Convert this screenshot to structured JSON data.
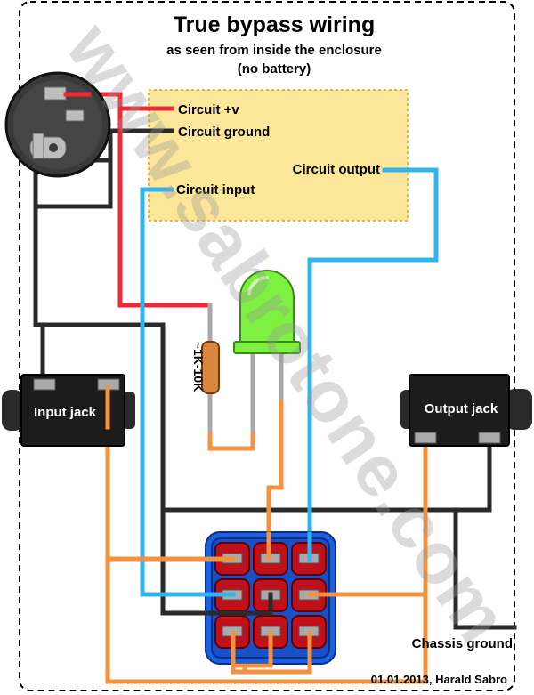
{
  "title": "True bypass wiring",
  "subtitle_line1": "as seen from inside the enclosure",
  "subtitle_line2": "(no battery)",
  "watermark": "www.sabrotone.com",
  "circuit_board": {
    "labels": {
      "plus_v": "Circuit +v",
      "ground": "Circuit ground",
      "output": "Circuit output",
      "input": "Circuit input"
    },
    "fill_color": "#fbe69a",
    "border_color": "#f5b21a"
  },
  "components": {
    "input_jack": "Input jack",
    "output_jack": "Output jack",
    "resistor": "~1K-10K",
    "chassis_ground": "Chassis ground"
  },
  "footer": "01.01.2013, Harald Sabro",
  "wire_colors": {
    "power": "#ee2a35",
    "ground": "#2a2a2a",
    "signal": "#2fb4ef",
    "switch": "#f5923e"
  },
  "led_color": "#7ef040",
  "switch_colors": {
    "body": "#1a5fe0",
    "pad": "#c0101a"
  }
}
